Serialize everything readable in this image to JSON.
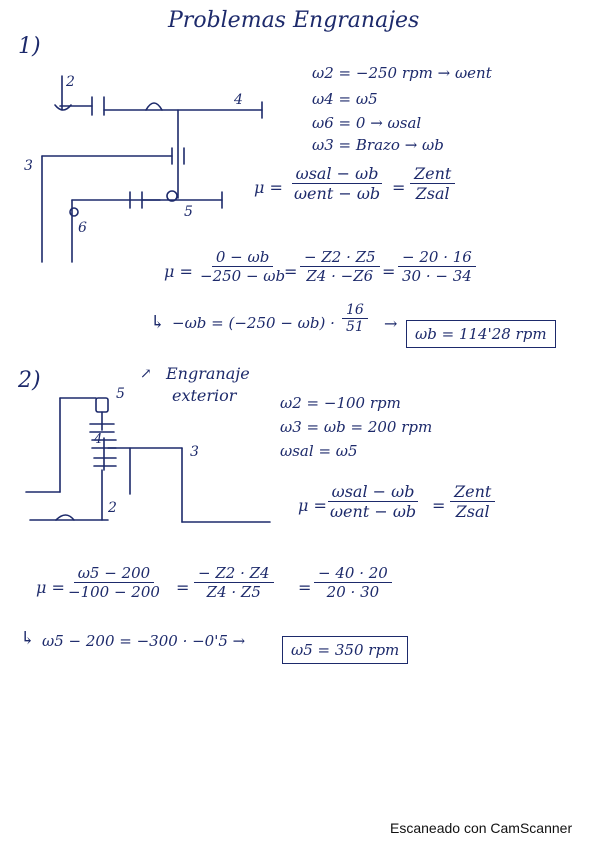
{
  "title": "Problemas   Engranajes",
  "problem1": {
    "label": "1)",
    "diagram_labels": {
      "g2": "2",
      "g4": "4",
      "g3": "3",
      "g5": "5",
      "g6": "6"
    },
    "givens": [
      "ω2 = −250 rpm → ωent",
      "ω4 = ω5",
      "ω6 = 0 → ωsal",
      "ω3 = Brazo → ωb"
    ],
    "formula": {
      "lhs": "μ =",
      "num1": "ωsal − ωb",
      "den1": "ωent − ωb",
      "eq": "=",
      "num2": "Zent",
      "den2": "Zsal"
    },
    "sub": {
      "lhs": "μ =",
      "num1": "0 − ωb",
      "den1": "−250 − ωb",
      "eq1": "=",
      "num2": "− Z2 · Z5",
      "den2": "Z4 · −Z6",
      "eq2": "=",
      "num3": "− 20 · 16",
      "den3": "30 · − 34"
    },
    "solve": {
      "arrow": "↳",
      "text": "−ωb = (−250 − ωb) ·",
      "num": "16",
      "den": "51",
      "then": "→",
      "result": "ωb = 114'28 rpm"
    }
  },
  "problem2": {
    "label": "2)",
    "note": [
      "Engranaje",
      "exterior"
    ],
    "diagram_labels": {
      "g5": "5",
      "g4": "4",
      "g3": "3",
      "g2": "2"
    },
    "givens": [
      "ω2 = −100 rpm",
      "ω3 = ωb = 200 rpm",
      "ωsal = ω5"
    ],
    "formula": {
      "lhs": "μ =",
      "num1": "ωsal − ωb",
      "den1": "ωent − ωb",
      "eq": "=",
      "num2": "Zent",
      "den2": "Zsal"
    },
    "sub": {
      "lhs": "μ =",
      "num1": "ω5 − 200",
      "den1": "−100 − 200",
      "eq1": "=",
      "num2": "− Z2 · Z4",
      "den2": "Z4 · Z5",
      "eq2": "=",
      "num3": "− 40 · 20",
      "den3": "20 · 30"
    },
    "solve": {
      "arrow": "↳",
      "text": "ω5 − 200 = −300 · −0'5 →",
      "result": "ω5 = 350 rpm"
    }
  },
  "footer": "Escaneado con CamScanner"
}
